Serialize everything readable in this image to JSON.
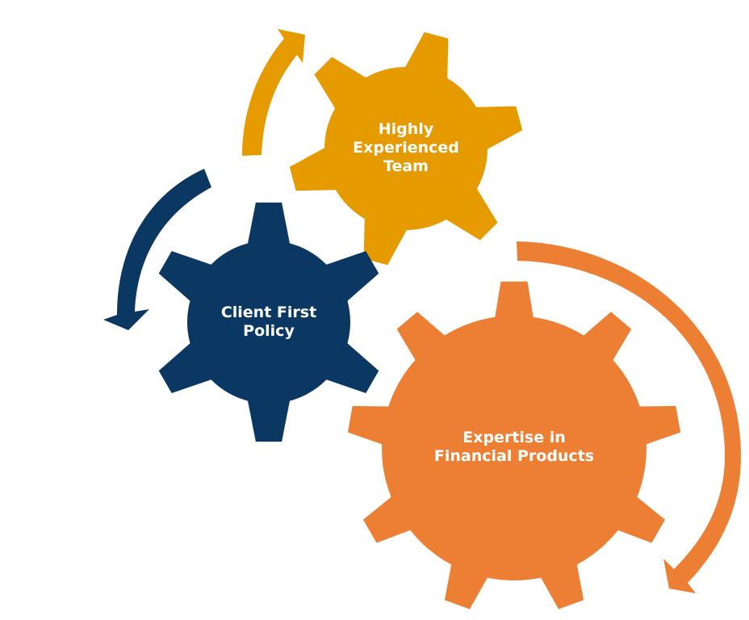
{
  "colors": {
    "gold": "#E59A00",
    "navy": "#0B3862",
    "orange": "#ED7F34",
    "background": "#FFFFFF",
    "text": "#FFFFFF"
  },
  "gears": [
    {
      "id": "gold",
      "label_lines": [
        "Highly",
        "Experienced",
        "Team"
      ],
      "teeth": 6,
      "color_key": "gold"
    },
    {
      "id": "navy",
      "label_lines": [
        "Client First",
        "Policy"
      ],
      "teeth": 6,
      "color_key": "navy"
    },
    {
      "id": "orange",
      "label_lines": [
        "Expertise in",
        "Financial Products"
      ],
      "teeth": 9,
      "color_key": "orange"
    }
  ],
  "arrows": [
    {
      "id": "gold-arrow",
      "direction": "clockwise",
      "color_key": "gold"
    },
    {
      "id": "navy-arrow",
      "direction": "counterclockwise",
      "color_key": "navy"
    },
    {
      "id": "orange-arrow",
      "direction": "clockwise",
      "color_key": "orange"
    }
  ]
}
